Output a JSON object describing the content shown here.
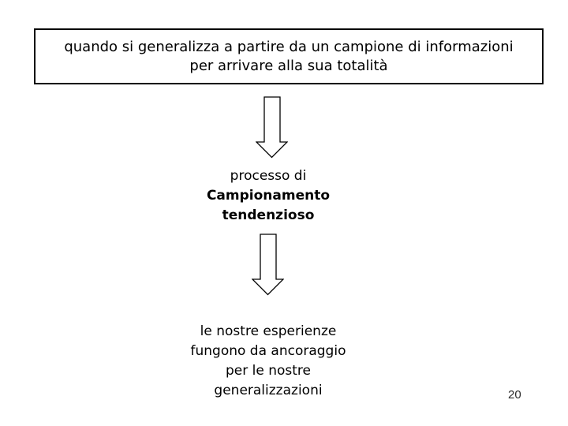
{
  "slide": {
    "background_color": "#ffffff",
    "text_color": "#000000",
    "border_color": "#000000",
    "page_number": "20"
  },
  "title_box": {
    "line1": "quando si generalizza a partire da un campione di informazioni",
    "line2": "per arrivare alla sua totalità"
  },
  "middle_text": {
    "lines": [
      "processo di",
      "Campionamento",
      "tendenzioso"
    ]
  },
  "bottom_text": {
    "lines": [
      "le nostre esperienze",
      "fungono da ancoraggio",
      "per le nostre",
      "generalizzazioni"
    ]
  },
  "icons": {
    "down_arrow": "outlined-down-arrow"
  }
}
